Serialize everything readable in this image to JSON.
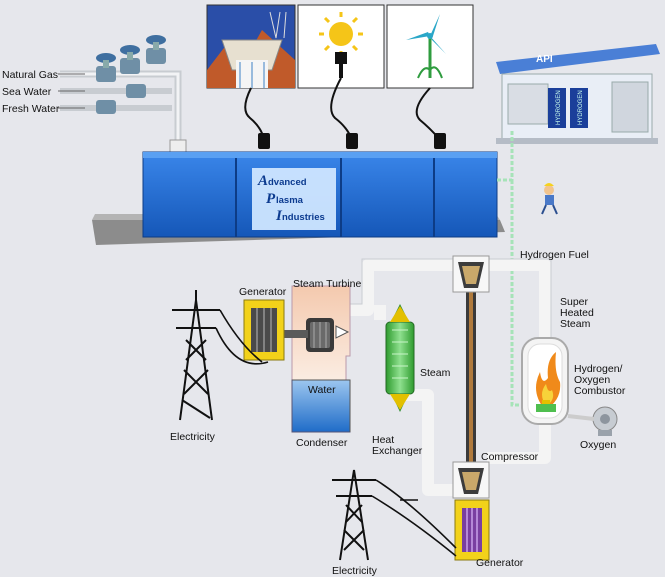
{
  "labels": {
    "natural_gas": "Natural Gas",
    "sea_water": "Sea Water",
    "fresh_water": "Fresh Water",
    "hydrogen_fuel": "Hydrogen Fuel",
    "generator_top": "Generator",
    "steam_turbine": "Steam Turbine",
    "super_heated_1": "Super",
    "super_heated_2": "Heated",
    "super_heated_3": "Steam",
    "steam": "Steam",
    "water": "Water",
    "condenser": "Condenser",
    "heat_exchanger_1": "Heat",
    "heat_exchanger_2": "Exchanger",
    "combustor_1": "Hydrogen/",
    "combustor_2": "Oxygen",
    "combustor_3": "Combustor",
    "oxygen": "Oxygen",
    "compressor": "Compressor",
    "electricity_left": "Electricity",
    "electricity_bottom": "Electricity",
    "generator_bottom": "Generator"
  },
  "logo": {
    "line1_initial": "A",
    "line1_rest": "dvanced",
    "line2_initial": "P",
    "line2_rest": "lasma",
    "line3_initial": "I",
    "line3_rest": "ndustries"
  },
  "station": {
    "sign": "API",
    "pump_left": "HYDROGEN",
    "pump_right": "HYDROGEN"
  },
  "icons": [
    "dam-icon",
    "solar-bulb-icon",
    "wind-turbine-icon"
  ],
  "colors": {
    "tank_blue": "#1f6fd8",
    "pipe_white": "#f4f4f4",
    "hydrogen_line": "#a6e3b8",
    "heat_exchanger_green": "#4fc24f",
    "generator_yellow": "#f2d21a",
    "flame_orange": "#f08a1a",
    "water_blue": "#2f7ad1"
  }
}
